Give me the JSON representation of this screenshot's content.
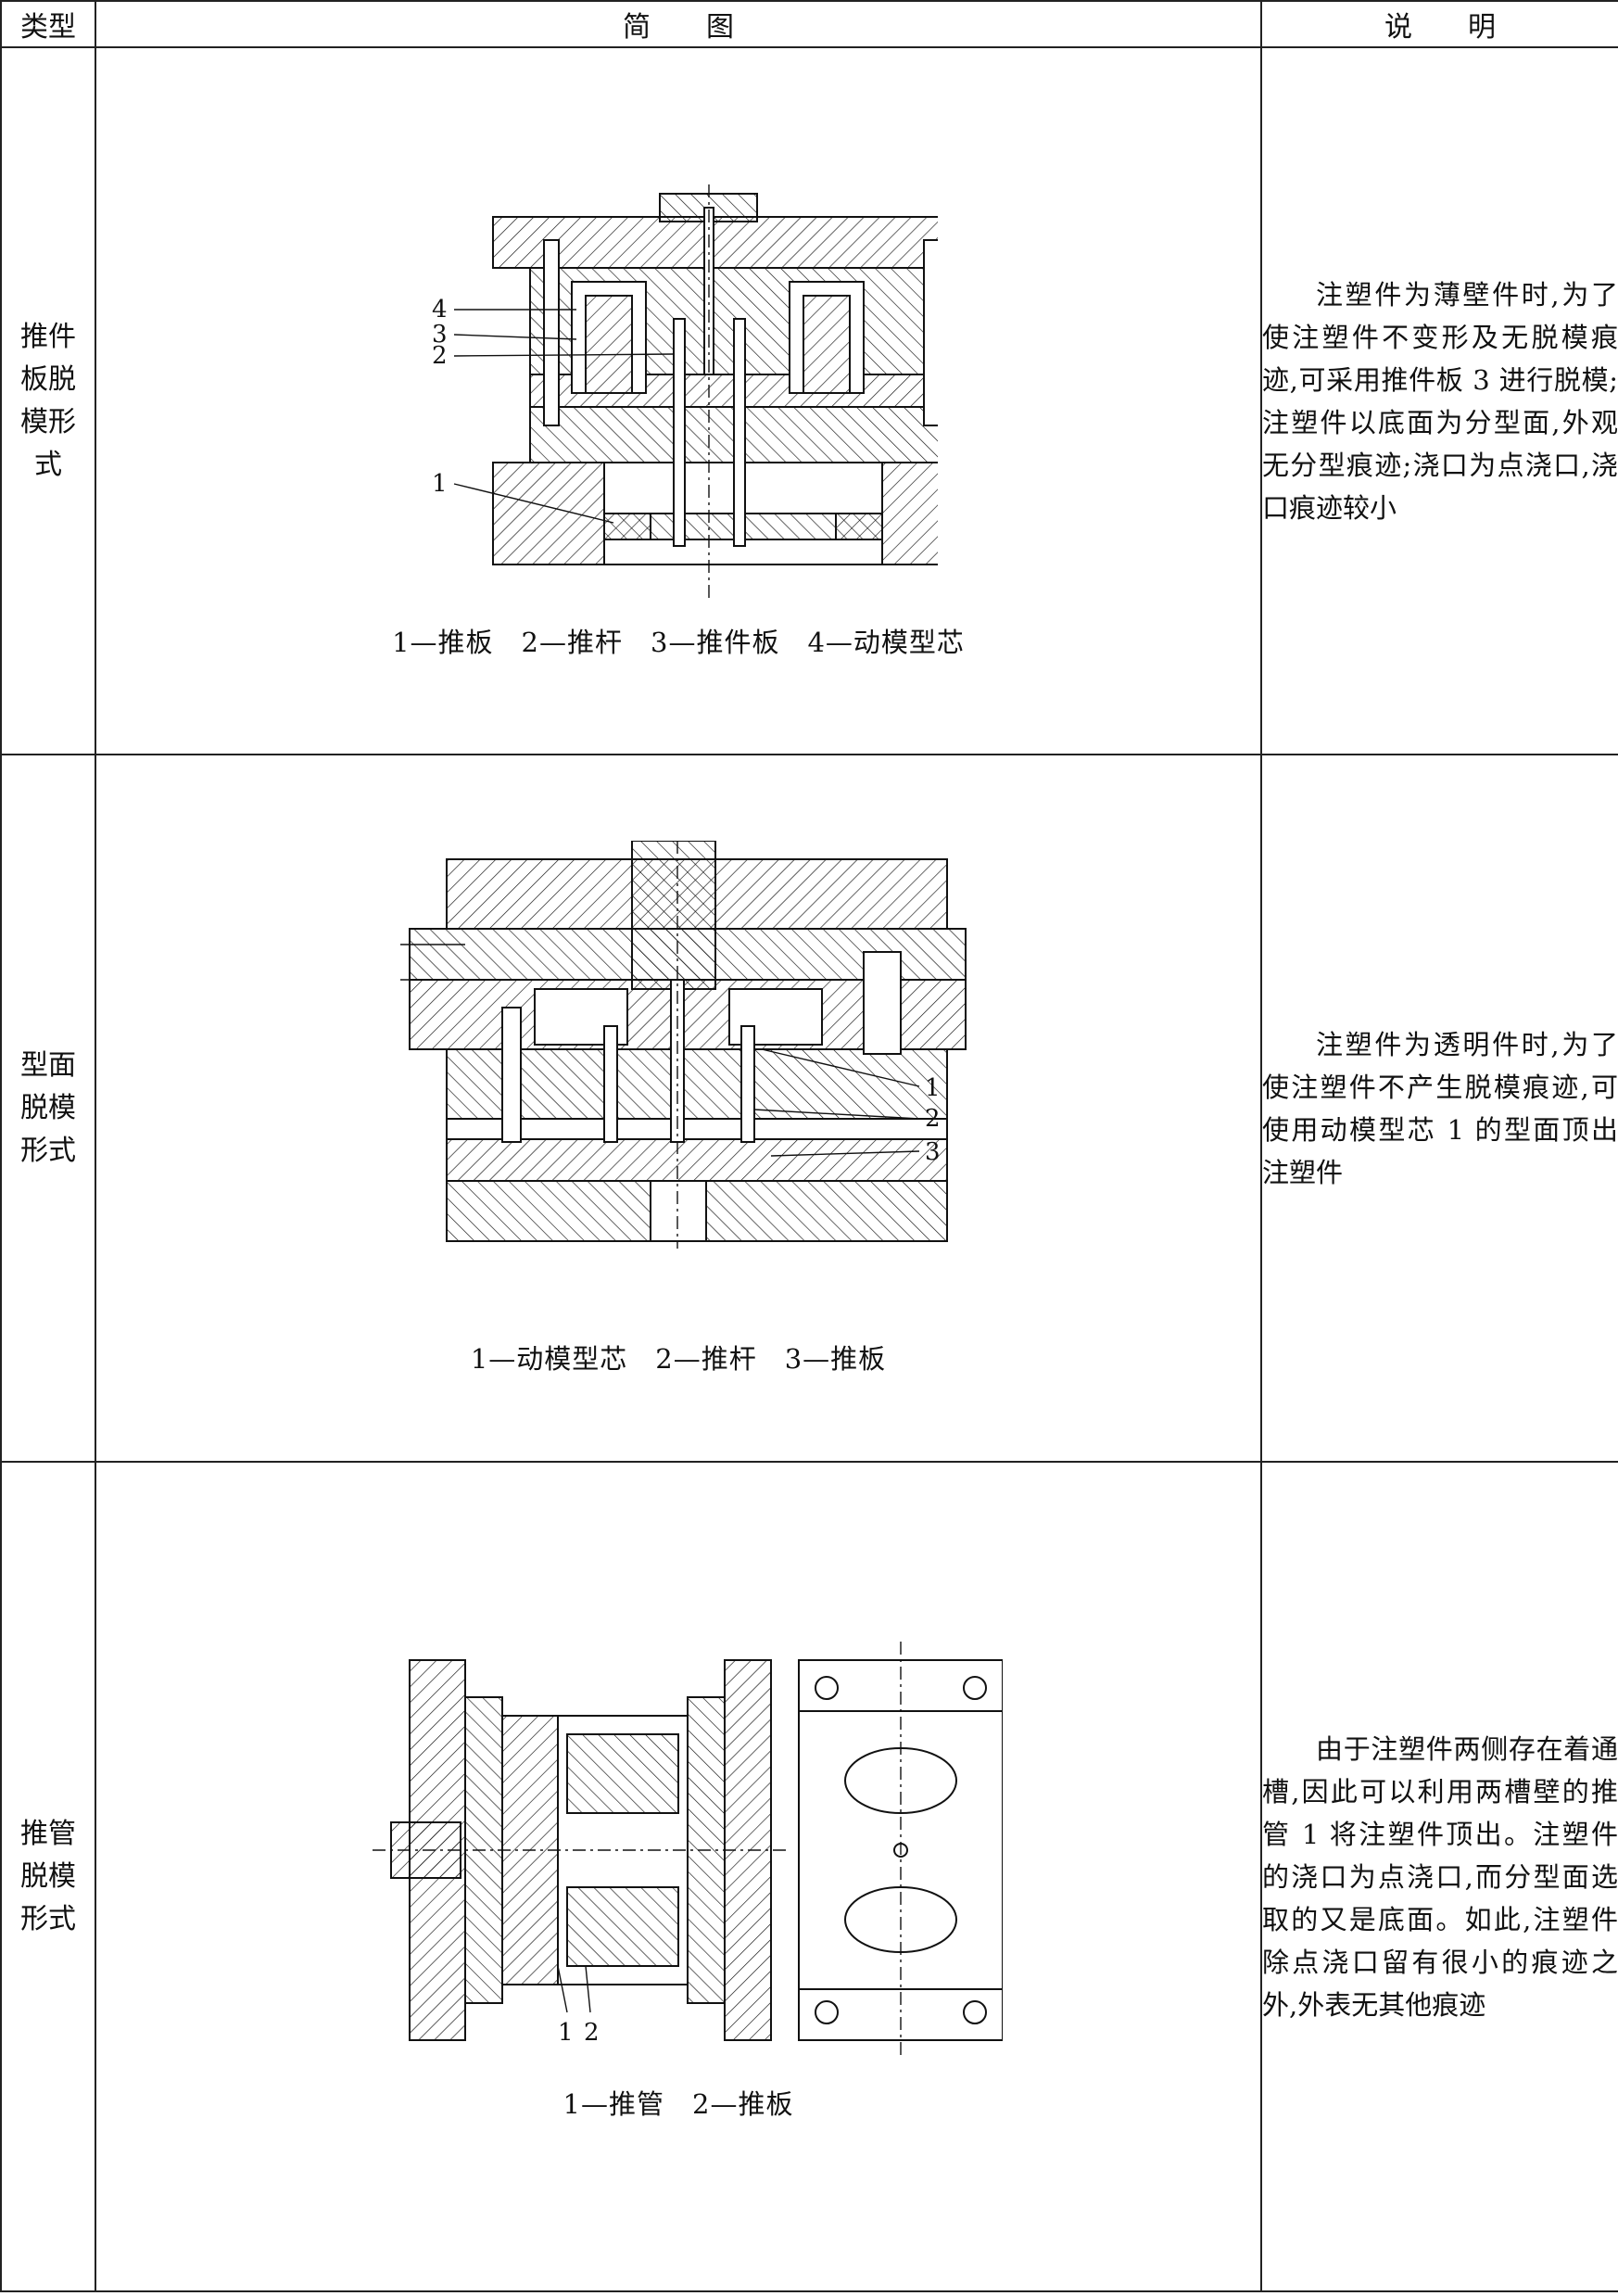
{
  "header": {
    "type": "类型",
    "figure": "简　　图",
    "desc": "说　　明"
  },
  "rows": [
    {
      "type_lines": [
        "推件",
        "板脱",
        "模形",
        "式"
      ],
      "caption": "1—推板　2—推杆　3—推件板　4—动模型芯",
      "labels": [
        "4",
        "3",
        "2",
        "1"
      ],
      "desc": "注塑件为薄壁件时,为了使注塑件不变形及无脱模痕迹,可采用推件板 3 进行脱模;注塑件以底面为分型面,外观无分型痕迹;浇口为点浇口,浇口痕迹较小"
    },
    {
      "type_lines": [
        "型面",
        "脱模",
        "形式"
      ],
      "caption": "1—动模型芯　2—推杆　3—推板",
      "labels": [
        "1",
        "2",
        "3"
      ],
      "desc": "注塑件为透明件时,为了使注塑件不产生脱模痕迹,可使用动模型芯 1 的型面顶出注塑件"
    },
    {
      "type_lines": [
        "推管",
        "脱模",
        "形式"
      ],
      "caption": "1—推管　2—推板",
      "labels": [
        "1",
        "2"
      ],
      "desc": "由于注塑件两侧存在着通槽,因此可以利用两槽壁的推管 1 将注塑件顶出。注塑件的浇口为点浇口,而分型面选取的又是底面。如此,注塑件除点浇口留有很小的痕迹之外,外表无其他痕迹"
    }
  ]
}
